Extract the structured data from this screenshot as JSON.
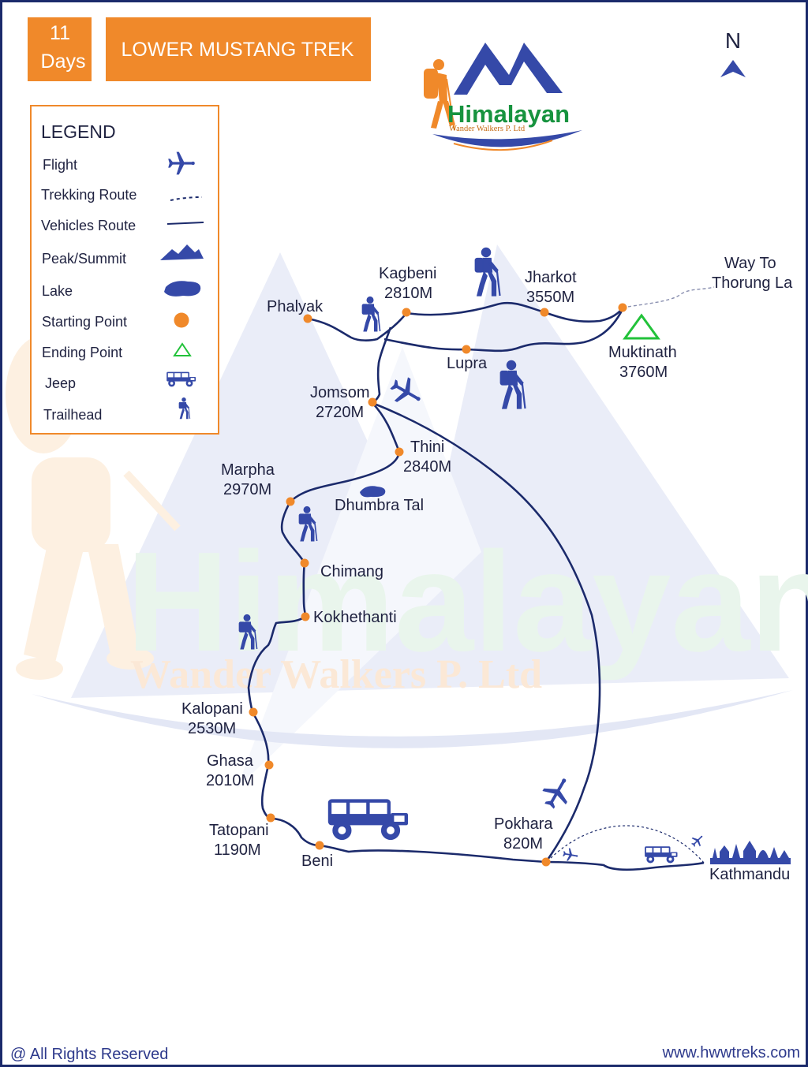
{
  "header": {
    "days_number": "11",
    "days_word": "Days",
    "title": "LOWER MUSTANG TREK"
  },
  "north": "N",
  "logo": {
    "name": "Himalayan",
    "tagline": "Wander Walkers P. Ltd"
  },
  "watermark": {
    "name": "Himalayan",
    "tagline": "Wander Walkers P. Ltd"
  },
  "legend": {
    "title": "LEGEND",
    "items": [
      {
        "label": "Flight",
        "icon": "plane-icon"
      },
      {
        "label": "Trekking Route",
        "icon": "dashed-line-icon"
      },
      {
        "label": "Vehicles Route",
        "icon": "solid-line-icon"
      },
      {
        "label": "Peak/Summit",
        "icon": "mountain-icon"
      },
      {
        "label": "Lake",
        "icon": "lake-icon"
      },
      {
        "label": "Starting Point",
        "icon": "orange-dot-icon"
      },
      {
        "label": "Ending Point",
        "icon": "triangle-icon"
      },
      {
        "label": "Jeep",
        "icon": "jeep-icon"
      },
      {
        "label": "Trailhead",
        "icon": "hiker-icon"
      }
    ]
  },
  "places": {
    "phalyak": {
      "name": "Phalyak"
    },
    "kagbeni": {
      "name": "Kagbeni",
      "alt": "2810M"
    },
    "jharkot": {
      "name": "Jharkot",
      "alt": "3550M"
    },
    "way_to": {
      "line1": "Way To",
      "line2": "Thorung La"
    },
    "muktinath": {
      "name": "Muktinath",
      "alt": "3760M"
    },
    "lupra": {
      "name": "Lupra"
    },
    "jomsom": {
      "name": "Jomsom",
      "alt": "2720M"
    },
    "thini": {
      "name": "Thini",
      "alt": "2840M"
    },
    "marpha": {
      "name": "Marpha",
      "alt": "2970M"
    },
    "dhumbra_tal": {
      "name": "Dhumbra Tal"
    },
    "chimang": {
      "name": "Chimang"
    },
    "kokhethanti": {
      "name": "Kokhethanti"
    },
    "kalopani": {
      "name": "Kalopani",
      "alt": "2530M"
    },
    "ghasa": {
      "name": "Ghasa",
      "alt": "2010M"
    },
    "tatopani": {
      "name": "Tatopani",
      "alt": "1190M"
    },
    "beni": {
      "name": "Beni"
    },
    "pokhara": {
      "name": "Pokhara",
      "alt": "820M"
    },
    "kathmandu": {
      "name": "Kathmandu"
    }
  },
  "footer": {
    "rights": "@ All Rights Reserved",
    "website": "www.hwwtreks.com"
  },
  "colors": {
    "accent_orange": "#f0892a",
    "route_navy": "#1b2a6b",
    "icon_blue": "#3549a8",
    "ending_green": "#22c23a",
    "watermark_green": "#e9f5ec"
  }
}
